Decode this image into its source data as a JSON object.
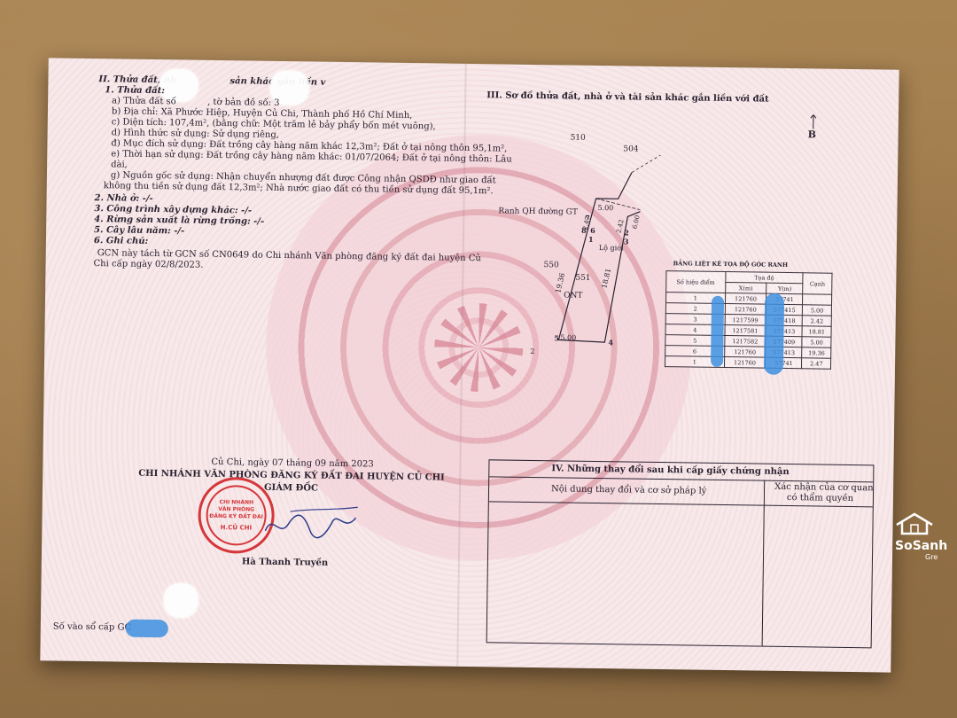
{
  "left": {
    "section_title": "II. Thửa đất, nh",
    "section_title_tail": "sản khác gắn liền v",
    "item1": "1. Thửa đất:",
    "a": "a) Thửa đất số",
    "a_tail": ", tờ bản đồ số: 3",
    "b": "b) Địa chỉ: Xã Phước Hiệp, Huyện Củ Chi, Thành phố Hồ Chí Minh,",
    "c": "c) Diện tích: 107,4m², (bằng chữ: Một trăm lẻ bảy phẩy bốn mét vuông),",
    "d": "d) Hình thức sử dụng: Sử dụng riêng,",
    "dd": "đ) Mục đích sử dụng: Đất trồng cây hàng năm khác 12,3m²; Đất ở tại nông thôn 95,1m²,",
    "e": "e) Thời hạn sử dụng: Đất trồng cây hàng năm khác: 01/07/2064; Đất ở tại nông thôn: Lâu",
    "e2": "dài,",
    "g": "g) Nguồn gốc sử dụng: Nhận chuyển nhượng đất được Công nhận QSDĐ như giao đất",
    "g2": "không thu tiền sử dụng đất 12,3m²; Nhà nước giao đất có thu tiền sử dụng đất 95,1m².",
    "item2": "2. Nhà ở: -/-",
    "item3": "3. Công trình xây dựng khác: -/-",
    "item4": "4. Rừng sản xuất là rừng trồng: -/-",
    "item5": "5. Cây lâu năm: -/-",
    "item6": "6. Ghi chú:",
    "note1": "GCN này tách từ GCN số CN0649 do Chi nhánh Văn phòng đăng ký đất đai huyện Củ",
    "note2": "Chi cấp ngày 02/8/2023.",
    "date_line": "Củ Chi, ngày 07 tháng 09 năm 2023",
    "office": "CHI NHÁNH VĂN PHÒNG ĐĂNG KÝ ĐẤT ĐAI HUYỆN CỦ CHI",
    "director": "GIÁM ĐỐC",
    "signer": "Hà Thanh Truyền",
    "registry": "Số vào sổ cấp GC",
    "stamp_lines": [
      "CHI NHÁNH",
      "VĂN PHÒNG",
      "ĐĂNG KÝ ĐẤT ĐAI",
      "H.CỦ CHI"
    ]
  },
  "right": {
    "section_title": "III. Sơ đồ thửa đất, nhà ở và tài sản khác gắn liền với đất",
    "north": "B",
    "parcel_labels": {
      "n510": "510",
      "n504": "504",
      "n550": "550",
      "n551": "551",
      "ont": "ONT",
      "road": "Ranh QH đường GT",
      "lot": "Lộ giới",
      "d_top": "5.00",
      "d_bottom": "5.00",
      "d_left": "19.36",
      "d_right": "18.81",
      "d_tr": "6.00",
      "p1": "1",
      "p2": "2",
      "p3": "3",
      "p4": "4",
      "p5": "5",
      "p6": "6",
      "p7": "7",
      "p8": "8",
      "n2": "2",
      "s42": "2.42",
      "s47": "2.47"
    },
    "coord_table": {
      "title": "BẢNG LIỆT KÊ TỌA ĐỘ GÓC RANH",
      "h_point": "Số hiệu điểm",
      "h_coord": "Tọa độ",
      "h_x": "X(m)",
      "h_y": "Y(m)",
      "h_edge": "Cạnh",
      "rows": [
        {
          "p": "1",
          "x": "121760",
          "y": "57741",
          "c": ""
        },
        {
          "p": "2",
          "x": "121760",
          "y": "577415",
          "c": "5.00"
        },
        {
          "p": "3",
          "x": "1217599",
          "y": "577418",
          "c": "2.42"
        },
        {
          "p": "4",
          "x": "1217581",
          "y": "577413",
          "c": "18.81"
        },
        {
          "p": "5",
          "x": "1217582",
          "y": "577409",
          "c": "5.00"
        },
        {
          "p": "6",
          "x": "121760",
          "y": "577413",
          "c": "19.36"
        },
        {
          "p": "1",
          "x": "121760",
          "y": "57741",
          "c": "2.47"
        }
      ]
    },
    "changes": {
      "title": "IV. Những thay đổi sau khi cấp giấy chứng nhận",
      "col1": "Nội dung thay đổi và cơ sở pháp lý",
      "col2a": "Xác nhận của cơ quan",
      "col2b": "có thẩm quyền"
    }
  },
  "watermark": {
    "brand": "SoSanh",
    "tail": "Gre"
  },
  "colors": {
    "paper": "#f7e9ea",
    "stamp": "#d6363a",
    "redact_blue": "#3d8fe0",
    "table_wood": "#9c7a4e"
  }
}
